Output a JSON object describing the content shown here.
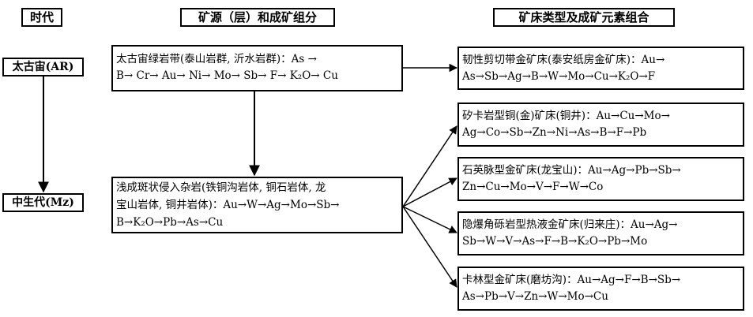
{
  "headers": {
    "era": "时代",
    "source": "矿源（层）和成矿组分",
    "deposit": "矿床类型及成矿元素组合"
  },
  "eras": {
    "archean": "太古宙(AR)",
    "mesozoic": "中生代(Mz)"
  },
  "sources": {
    "greenstone": {
      "line1": "太古宙绿岩带(泰山岩群, 沂水岩群)：As →",
      "line2": "B→ Cr→ Au→ Ni→ Mo→ Sb→ F→ K₂O→ Cu"
    },
    "intrusive": {
      "line1": "浅成斑状侵入杂岩(铁铜沟岩体, 铜石岩体, 龙",
      "line2": "宝山岩体, 铜井岩体)：Au→W→Ag→Mo→Sb→",
      "line3": "B→K₂O→Pb→As→Cu"
    }
  },
  "deposits": [
    {
      "line1": "韧性剪切带金矿床(泰安纸房金矿床)：Au→",
      "line2": "As→Sb→Ag→B→W→Mo→Cu→K₂O→F"
    },
    {
      "line1": "矽卡岩型铜(金)矿床(铜井)：Au→Cu→Mo→",
      "line2": "Ag→Co→Sb→Zn→Ni→As→B→F→Pb"
    },
    {
      "line1": "石英脉型金矿床(龙宝山)：Au→Ag→Pb→Sb→",
      "line2": "Zn→Cu→Mo→V→F→W→Co"
    },
    {
      "line1": "隐爆角砾岩型热液金矿床(归来庄)：Au→Ag→",
      "line2": "Sb→W→V→As→F→B→K₂O→Pb→Mo"
    },
    {
      "line1": "卡林型金矿床(磨坊沟)：Au→Ag→F→B→Sb→",
      "line2": "As→Pb→V→Zn→W→Mo→Cu"
    }
  ]
}
